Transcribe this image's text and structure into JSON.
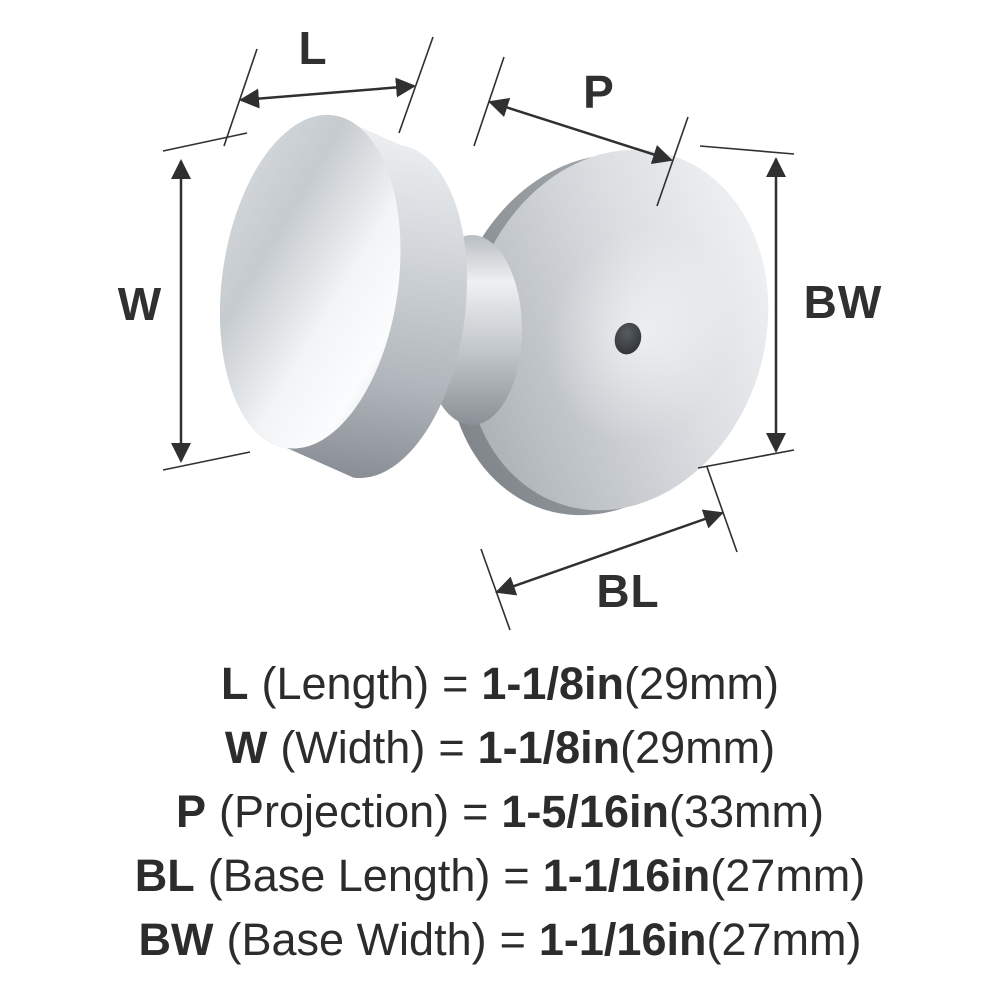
{
  "diagram": {
    "labels": [
      {
        "id": "L",
        "text": "L"
      },
      {
        "id": "P",
        "text": "P"
      },
      {
        "id": "W",
        "text": "W"
      },
      {
        "id": "BW",
        "text": "BW"
      },
      {
        "id": "BL",
        "text": "BL"
      }
    ]
  },
  "specs": [
    {
      "code": "L",
      "name": "(Length)",
      "equals": "=",
      "value_in": "1-1/8in",
      "value_mm": "(29mm)"
    },
    {
      "code": "W",
      "name": "(Width)",
      "equals": "=",
      "value_in": "1-1/8in",
      "value_mm": "(29mm)"
    },
    {
      "code": "P",
      "name": "(Projection)",
      "equals": "=",
      "value_in": "1-5/16in",
      "value_mm": "(33mm)"
    },
    {
      "code": "BL",
      "name": "(Base Length)",
      "equals": "=",
      "value_in": "1-1/16in",
      "value_mm": "(27mm)"
    },
    {
      "code": "BW",
      "name": "(Base Width)",
      "equals": "=",
      "value_in": "1-1/16in",
      "value_mm": "(27mm)"
    }
  ],
  "colors": {
    "dimension_line": "#303030",
    "text": "#2c2c2c",
    "metal_light": "#f7f9fa",
    "metal_dark": "#8c9297"
  }
}
